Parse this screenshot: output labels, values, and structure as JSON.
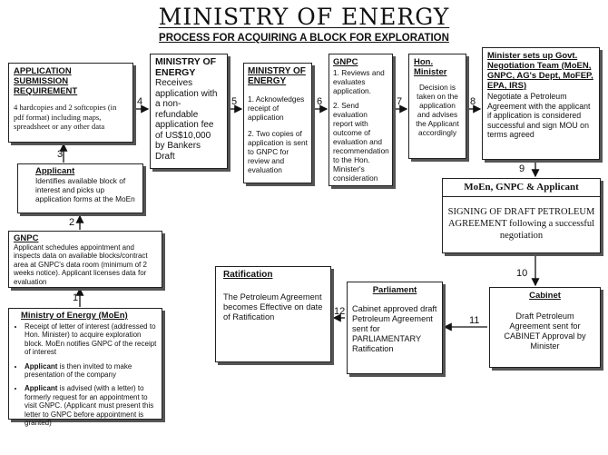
{
  "title": "MINISTRY OF ENERGY",
  "subtitle": "PROCESS FOR ACQUIRING A BLOCK FOR EXPLORATION",
  "boxes": {
    "application": {
      "heading": "APPLICATION SUBMISSION REQUIREMENT",
      "text": "4 hardcopies and 2 softcopies (in pdf format) including maps, spreadsheet or any other data"
    },
    "moen_receives": {
      "heading": "MINISTRY OF ENERGY",
      "text": "Receives application with a non-refundable application fee of US$10,000 by Bankers Draft"
    },
    "moen_ack": {
      "heading": "MINISTRY OF ENERGY",
      "item1": "1. Acknowledges receipt of application",
      "item2": "2. Two copies of application is sent to GNPC for review and evaluation"
    },
    "gnpc_review": {
      "heading": "GNPC",
      "item1": "1. Reviews and evaluates application.",
      "item2": "2. Send evaluation report with outcome of evaluation and recommendation to the Hon. Minister's consideration"
    },
    "hon_minister": {
      "heading": "Hon. Minister",
      "text": "Decision is taken on the application and advises the Applicant accordingly"
    },
    "negotiation": {
      "heading": "Minister sets up Govt. Negotiation Team (MoEN, GNPC, AG's Dept, MoFEP, EPA, IRS)",
      "text": "Negotiate a Petroleum Agreement with the applicant if application is considered successful and sign MOU on terms agreed"
    },
    "applicant": {
      "heading": "Applicant",
      "text": "Identifies available block of interest and picks up application forms at the MoEn"
    },
    "gnpc_appt": {
      "heading": "GNPC",
      "text": "Applicant schedules appointment and inspects data on available blocks/contract area at GNPC's data room (minimum of 2 weeks notice). Applicant licenses data for evaluation"
    },
    "moen_letter": {
      "heading": "Ministry of Energy (MoEn)",
      "bullet1": "Receipt of letter of interest (addressed to Hon. Minister) to acquire exploration block. MoEn notifies GNPC of the receipt of interest",
      "bullet2_bold": "Applicant",
      "bullet2_rest": " is then invited to make presentation of the company",
      "bullet3_bold": "Applicant",
      "bullet3_rest": " is advised (with a letter) to formerly request for an appointment to visit GNPC. (Applicant must present this letter to GNPC before appointment is granted)"
    },
    "signing": {
      "heading": "MoEn, GNPC & Applicant",
      "text": "SIGNING OF DRAFT PETROLEUM AGREEMENT following a successful negotiation"
    },
    "cabinet": {
      "heading": "Cabinet",
      "text": "Draft Petroleum Agreement sent for CABINET Approval by Minister"
    },
    "parliament": {
      "heading": "Parliament",
      "text": "Cabinet approved draft Petroleum Agreement sent for PARLIAMENTARY Ratification"
    },
    "ratification": {
      "heading": "Ratification",
      "text": "The Petroleum Agreement becomes Effective on date of Ratification"
    }
  },
  "steps": [
    "1",
    "2",
    "3",
    "4",
    "5",
    "6",
    "7",
    "8",
    "9",
    "10",
    "11",
    "12"
  ]
}
